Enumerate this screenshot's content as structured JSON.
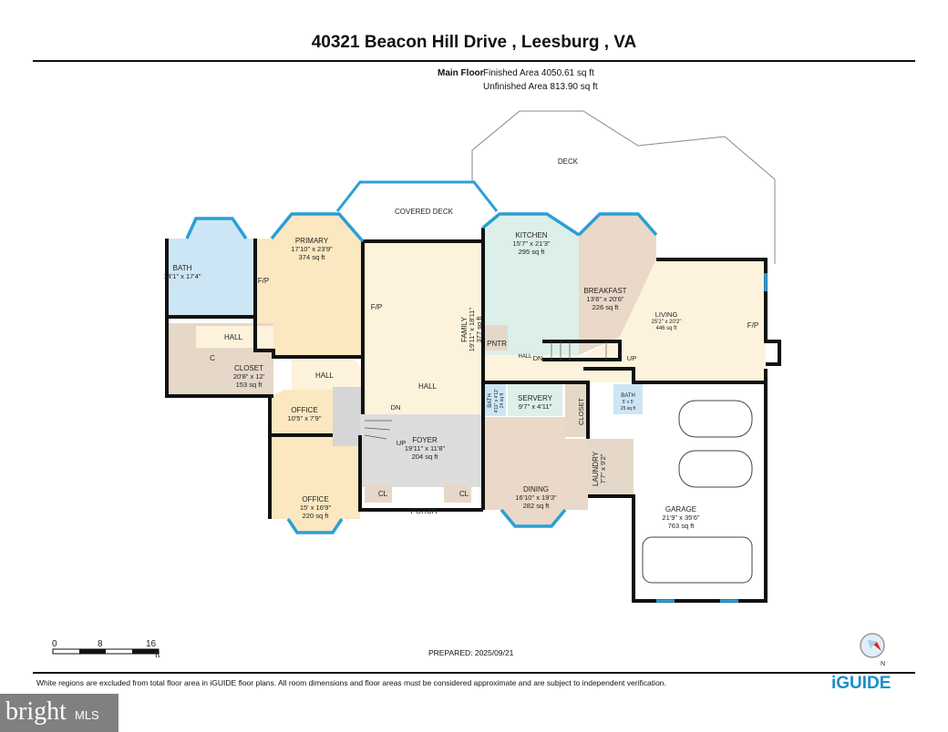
{
  "header": {
    "title": "40321 Beacon Hill Drive , Leesburg , VA"
  },
  "floor": {
    "name": "Main Floor",
    "finished": "Finished Area 4050.61 sq ft",
    "unfinished": "Unfinished Area 813.90 sq ft"
  },
  "rooms": {
    "deck": {
      "name": "DECK"
    },
    "covered_deck": {
      "name": "COVERED DECK"
    },
    "bath": {
      "name": "BATH",
      "dims": "14'1\" x 17'4\""
    },
    "fp1": {
      "name": "F/P"
    },
    "primary": {
      "name": "PRIMARY",
      "dims": "17'10\" x 23'9\"",
      "area": "374 sq ft"
    },
    "fp2": {
      "name": "F/P"
    },
    "family": {
      "name": "FAMILY",
      "dims": "19'11\" x 18'11\"",
      "area": "377 sq ft"
    },
    "hall1": {
      "name": "HALL"
    },
    "c": {
      "name": "C"
    },
    "closet": {
      "name": "CLOSET",
      "dims": "20'8\" x 12'",
      "area": "153 sq ft"
    },
    "hall2": {
      "name": "HALL"
    },
    "hall3": {
      "name": "HALL"
    },
    "office_small": {
      "name": "OFFICE",
      "dims": "10'5\" x 7'9\""
    },
    "office": {
      "name": "OFFICE",
      "dims": "15' x 16'9\"",
      "area": "220 sq ft"
    },
    "stair_dn": {
      "name": "DN"
    },
    "stair_up": {
      "name": "UP"
    },
    "foyer": {
      "name": "FOYER",
      "dims": "19'11\" x 11'8\"",
      "area": "204 sq ft"
    },
    "cl1": {
      "name": "CL"
    },
    "cl2": {
      "name": "CL"
    },
    "porch": {
      "name": "PORCH"
    },
    "kitchen": {
      "name": "KITCHEN",
      "dims": "15'7\" x 21'3\"",
      "area": "295 sq ft"
    },
    "breakfast": {
      "name": "BREAKFAST",
      "dims": "13'6\" x 20'6\"",
      "area": "226 sq ft"
    },
    "living": {
      "name": "LIVING",
      "dims": "25'2\" x 20'2\"",
      "area": "446 sq ft"
    },
    "fp3": {
      "name": "F/P"
    },
    "pntr": {
      "name": "PNTR"
    },
    "hall4": {
      "name": "HALL"
    },
    "dn2": {
      "name": "DN"
    },
    "up2": {
      "name": "UP"
    },
    "bath_small": {
      "name": "BATH",
      "dims": "4'11\" x 4'11\"",
      "area": "24 sq ft"
    },
    "servery": {
      "name": "SERVERY",
      "dims": "9'7\" x 4'11\""
    },
    "closet2": {
      "name": "CLOSET"
    },
    "bath2": {
      "name": "BATH",
      "dims": "5' x 5'",
      "area": "25 sq ft"
    },
    "dining": {
      "name": "DINING",
      "dims": "16'10\" x 19'3\"",
      "area": "282 sq ft"
    },
    "laundry": {
      "name": "LAUNDRY",
      "dims": "7'7\" x 9'2\""
    },
    "garage": {
      "name": "GARAGE",
      "dims": "21'9\" x 35'6\"",
      "area": "763 sq ft"
    }
  },
  "scale": {
    "labels": [
      "0",
      "8",
      "16"
    ],
    "unit": "ft"
  },
  "compass": {
    "label": "N",
    "icon": "compass-icon"
  },
  "prepared": "PREPARED: 2025/09/21",
  "disclaimer": "White regions are excluded from total floor area in iGUIDE floor plans. All room dimensions and floor areas must be considered approximate and are subject to independent verification.",
  "logos": {
    "iguide": "iGUIDE",
    "bright": "bright",
    "mls": "MLS"
  },
  "colors": {
    "window": "#2a9fd6",
    "wall": "#111111",
    "bath": "#cde6f5",
    "primary": "#fbe7c0",
    "hall": "#fdf3dc",
    "closet": "#e6d8c8",
    "foyer": "#dcdcdc",
    "kitchen": "#dcefe8",
    "breakfast": "#ead8c8"
  }
}
